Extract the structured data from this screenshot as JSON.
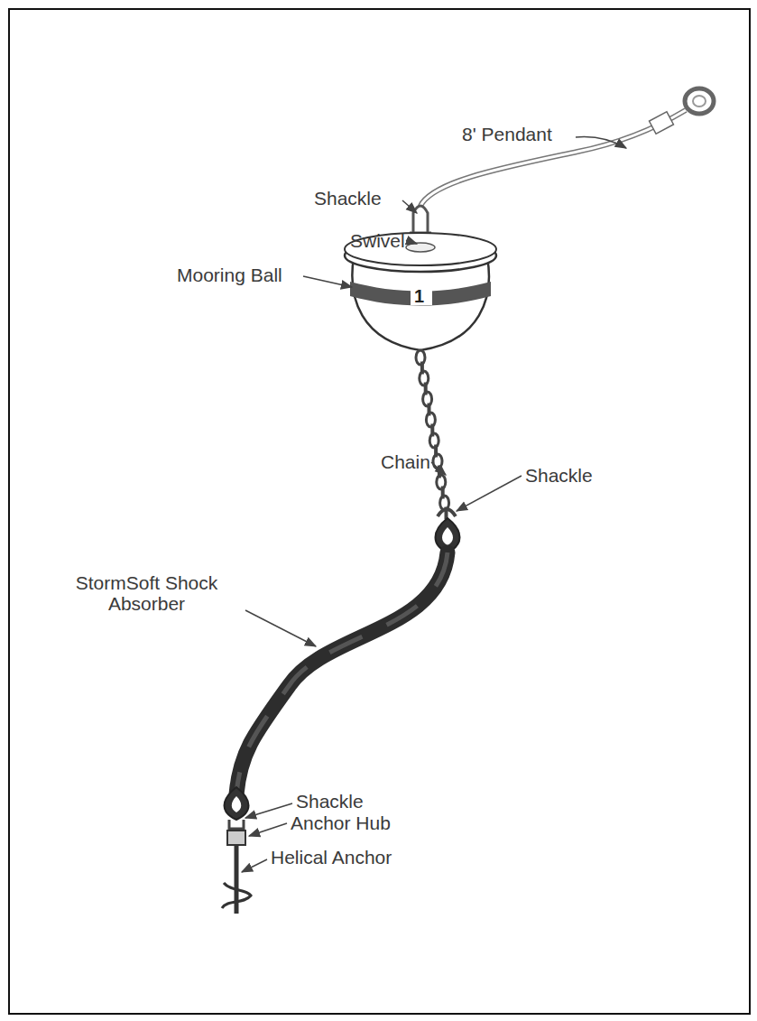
{
  "diagram": {
    "labels": [
      "8' Pendant",
      "Shackle",
      "Swivel",
      "Mooring Ball",
      "1",
      "Chain",
      "Shackle",
      "StormSoft Shock Absorber",
      "Shackle",
      "Anchor Hub",
      "Helical Anchor"
    ]
  }
}
